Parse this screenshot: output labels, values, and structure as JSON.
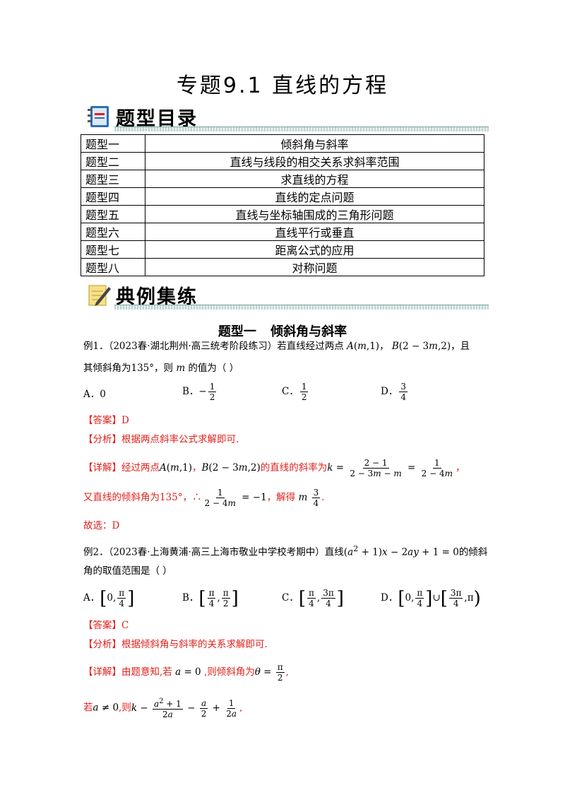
{
  "title": "专题9.1  直线的方程",
  "sections": {
    "toc_heading": "题型目录",
    "examples_heading": "典例集练"
  },
  "toc": [
    {
      "label": "题型一",
      "topic": "倾斜角与斜率"
    },
    {
      "label": "题型二",
      "topic": "直线与线段的相交关系求斜率范围"
    },
    {
      "label": "题型三",
      "topic": "求直线的方程"
    },
    {
      "label": "题型四",
      "topic": "直线的定点问题"
    },
    {
      "label": "题型五",
      "topic": "直线与坐标轴围成的三角形问题"
    },
    {
      "label": "题型六",
      "topic": "直线平行或垂直"
    },
    {
      "label": "题型七",
      "topic": "距离公式的应用"
    },
    {
      "label": "题型八",
      "topic": "对称问题"
    }
  ],
  "type1_heading": "题型一  倾斜角与斜率",
  "ex1": {
    "line1": "例1．（2023春·湖北荆州·高三统考阶段练习）若直线经过两点",
    "line2": "其倾斜角为135°，则",
    "line2b": "的值为（     ）",
    "optA": "A．0",
    "optB": "B．",
    "optC": "C．",
    "optD": "D．",
    "answer_tag": "【答案】",
    "answer": "D",
    "analysis_tag": "【分析】",
    "analysis": "根据两点斜率公式求解即可.",
    "detail_tag": "【详解】",
    "detail1": "经过两点",
    "detail1b": "的直线的斜率为",
    "detail2": "又直线的倾斜角为135°，∴",
    "detail2b": "，解得",
    "conclusion": "故选：D"
  },
  "ex2": {
    "line1": "例2．（2023春·上海黄浦·高三上海市敬业中学校考期中）直线",
    "line1b": "的倾斜",
    "line2": "角的取值范围是（     ）",
    "optA": "A．",
    "optB": "B．",
    "optC": "C．",
    "optD": "D．",
    "answer_tag": "【答案】",
    "answer": "C",
    "analysis_tag": "【分析】",
    "analysis": "根据倾斜角与斜率的关系求解即可.",
    "detail_tag": "【详解】",
    "detail1": "由题意知,若",
    "detail1b": ",则倾斜角为",
    "detail2": "若",
    "detail2b": ",则"
  }
}
